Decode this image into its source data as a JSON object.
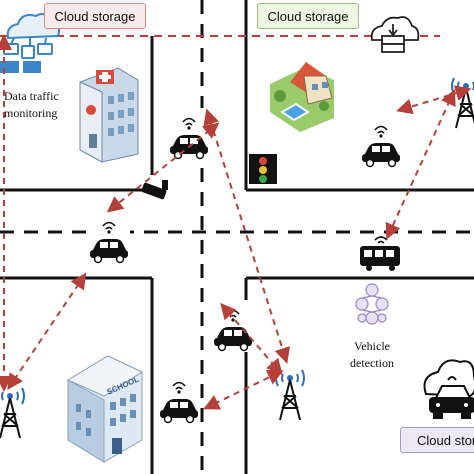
{
  "labels": {
    "cloud_storage_1": "Cloud storage",
    "cloud_storage_2": "Cloud storage",
    "cloud_storage_3": "Cloud storag",
    "data_traffic_line1": "Data traffic",
    "data_traffic_line2": "monitoring",
    "vehicle_detection_line1": "Vehicle",
    "vehicle_detection_line2": "detection",
    "school_sign": "SCHOOL"
  },
  "colors": {
    "road_line": "#111111",
    "link_arrow": "#b5403a",
    "cloud_icon_blue": "#3a86c8",
    "car": "#111111"
  },
  "icons": [
    "cloud-network-icon",
    "cloud-download-icon",
    "hospital-icon",
    "house-icon",
    "school-icon",
    "traffic-light-icon",
    "cctv-camera-icon",
    "car-icon",
    "bus-icon",
    "cell-tower-icon",
    "vehicle-detection-icon",
    "cloud-car-icon"
  ]
}
